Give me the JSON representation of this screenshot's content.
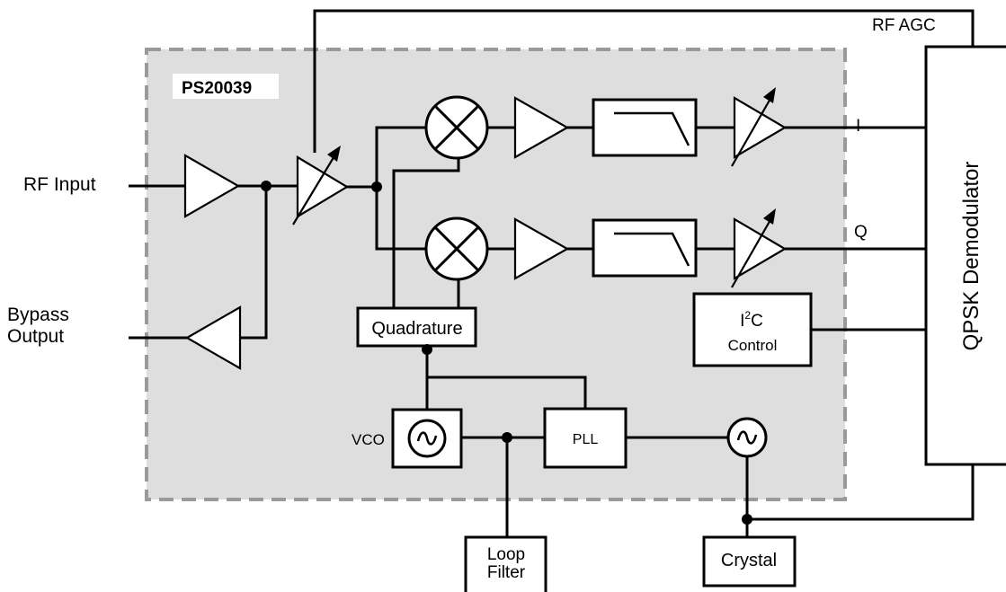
{
  "chip": {
    "name": "PS20039"
  },
  "labels": {
    "rf_input": "RF Input",
    "bypass_output": [
      "Bypass",
      "Output"
    ],
    "rf_agc": "RF AGC",
    "i_channel": "I",
    "q_channel": "Q",
    "vco": "VCO"
  },
  "blocks": {
    "quadrature": "Quadrature",
    "pll": "PLL",
    "i2c_control": {
      "prefix": "I",
      "superscript": "2",
      "suffix": "C",
      "line2": "Control"
    },
    "loop_filter": [
      "Loop",
      "Filter"
    ],
    "crystal": "Crystal",
    "demodulator": "QPSK Demodulator"
  },
  "colors": {
    "chip_fill": "#dedede",
    "chip_border": "#9a9a9a",
    "line": "#000000",
    "block_fill": "#ffffff"
  },
  "icons": {
    "mixer": "circle-x-icon",
    "oscillator": "sine-wave-icon",
    "filter": "low-pass-filter-icon",
    "amplifier": "triangle-amplifier-icon",
    "variable_gain": "arrow-through-triangle-icon"
  }
}
